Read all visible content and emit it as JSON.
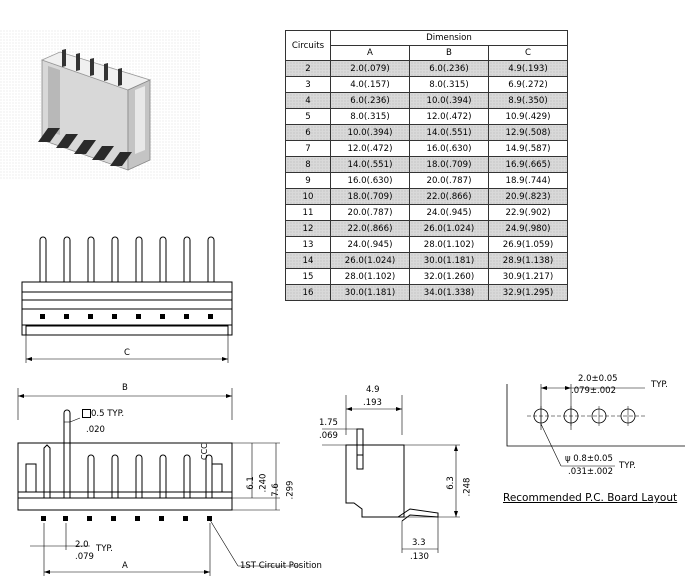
{
  "table": {
    "col_circuits": "Circuits",
    "col_dimension": "Dimension",
    "col_a": "A",
    "col_b": "B",
    "col_c": "C",
    "rows": [
      {
        "circuits": "2",
        "a": "2.0(.079)",
        "b": "6.0(.236)",
        "c": "4.9(.193)"
      },
      {
        "circuits": "3",
        "a": "4.0(.157)",
        "b": "8.0(.315)",
        "c": "6.9(.272)"
      },
      {
        "circuits": "4",
        "a": "6.0(.236)",
        "b": "10.0(.394)",
        "c": "8.9(.350)"
      },
      {
        "circuits": "5",
        "a": "8.0(.315)",
        "b": "12.0(.472)",
        "c": "10.9(.429)"
      },
      {
        "circuits": "6",
        "a": "10.0(.394)",
        "b": "14.0(.551)",
        "c": "12.9(.508)"
      },
      {
        "circuits": "7",
        "a": "12.0(.472)",
        "b": "16.0(.630)",
        "c": "14.9(.587)"
      },
      {
        "circuits": "8",
        "a": "14.0(.551)",
        "b": "18.0(.709)",
        "c": "16.9(.665)"
      },
      {
        "circuits": "9",
        "a": "16.0(.630)",
        "b": "20.0(.787)",
        "c": "18.9(.744)"
      },
      {
        "circuits": "10",
        "a": "18.0(.709)",
        "b": "22.0(.866)",
        "c": "20.9(.823)"
      },
      {
        "circuits": "11",
        "a": "20.0(.787)",
        "b": "24.0(.945)",
        "c": "22.9(.902)"
      },
      {
        "circuits": "12",
        "a": "22.0(.866)",
        "b": "26.0(1.024)",
        "c": "24.9(.980)"
      },
      {
        "circuits": "13",
        "a": "24.0(.945)",
        "b": "28.0(1.102)",
        "c": "26.9(1.059)"
      },
      {
        "circuits": "14",
        "a": "26.0(1.024)",
        "b": "30.0(1.181)",
        "c": "28.9(1.138)"
      },
      {
        "circuits": "15",
        "a": "28.0(1.102)",
        "b": "32.0(1.260)",
        "c": "30.9(1.217)"
      },
      {
        "circuits": "16",
        "a": "30.0(1.181)",
        "b": "34.0(1.338)",
        "c": "32.9(1.295)"
      }
    ]
  },
  "top_view": {
    "dim_c": "C"
  },
  "front_view": {
    "dim_b": "B",
    "dim_a": "A",
    "pin_sq": "0.5",
    "pin_sq_in": ".020",
    "typ": "TYP.",
    "pitch": "2.0",
    "pitch_in": ".079",
    "h1": "6.1",
    "h1_in": ".240",
    "h2": "7.6",
    "h2_in": ".299",
    "first_circuit": "1ST Circuit Position"
  },
  "side_view": {
    "w": "4.9",
    "w_in": ".193",
    "d": "1.75",
    "d_in": ".069",
    "h": "6.3",
    "h_in": ".248",
    "b": "3.3",
    "b_in": ".130"
  },
  "pcb": {
    "title": "Recommended P.C. Board Layout",
    "pitch": "2.0±0.05",
    "pitch_in": ".079±.002",
    "typ": "TYP.",
    "hole": "ψ 0.8±0.05",
    "hole_in": ".031±.002",
    "hole_typ": "TYP."
  },
  "colors": {
    "line": "#000000",
    "shade": "#d9d9d9",
    "body": "#e6e6e6"
  }
}
